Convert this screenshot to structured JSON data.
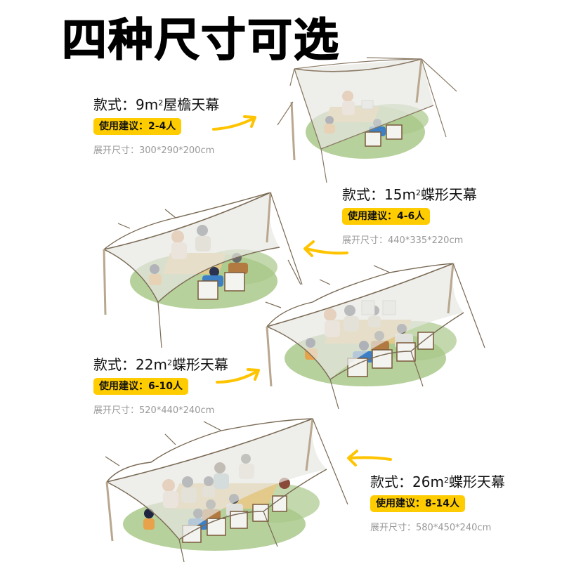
{
  "title": "四种尺寸可选",
  "colors": {
    "badge": "#ffcc00",
    "arrow": "#ffc400",
    "canopy": "#e9e9e6",
    "pole": "#7a6a55",
    "grass": "#9bbf7a",
    "dims_text": "#999999"
  },
  "specs": [
    {
      "style_label": "款式：",
      "area": "9m",
      "sup": "2",
      "type": "屋檐天幕",
      "recommend": "使用建议：2-4人",
      "size": "展开尺寸：300*290*200cm",
      "arrow_direction": "right"
    },
    {
      "style_label": "款式：",
      "area": "15m",
      "sup": "2",
      "type": "蝶形天幕",
      "recommend": "使用建议：4-6人",
      "size": "展开尺寸：440*335*220cm",
      "arrow_direction": "left"
    },
    {
      "style_label": "款式：",
      "area": "22m",
      "sup": "2",
      "type": "蝶形天幕",
      "recommend": "使用建议：6-10人",
      "size": "展开尺寸：520*440*240cm",
      "arrow_direction": "right"
    },
    {
      "style_label": "款式：",
      "area": "26m",
      "sup": "2",
      "type": "蝶形天幕",
      "recommend": "使用建议：8-14人",
      "size": "展开尺寸：580*450*240cm",
      "arrow_direction": "left"
    }
  ],
  "illustrations": [
    {
      "label": "9m² eave canopy scene",
      "people": 4
    },
    {
      "label": "15m² butterfly canopy scene",
      "people": 5
    },
    {
      "label": "22m² butterfly canopy scene",
      "people": 8
    },
    {
      "label": "26m² butterfly canopy scene",
      "people": 11
    }
  ]
}
